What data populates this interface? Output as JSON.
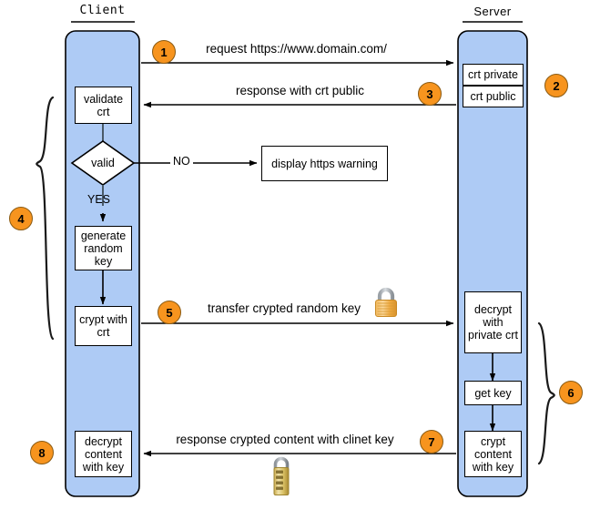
{
  "diagram": {
    "title_client": "Client",
    "title_server": "Server",
    "colors": {
      "lane_fill": "#AECBF5",
      "lane_stroke": "#000000",
      "badge_fill": "#F7941E",
      "node_fill": "#FFFFFF",
      "lock_gold": "#E8B04B"
    }
  },
  "badges": [
    {
      "id": "1",
      "label": "1"
    },
    {
      "id": "2",
      "label": "2"
    },
    {
      "id": "3",
      "label": "3"
    },
    {
      "id": "4",
      "label": "4"
    },
    {
      "id": "5",
      "label": "5"
    },
    {
      "id": "6",
      "label": "6"
    },
    {
      "id": "7",
      "label": "7"
    },
    {
      "id": "8",
      "label": "8"
    }
  ],
  "client_nodes": [
    {
      "id": "validate-crt",
      "label": "validate crt"
    },
    {
      "id": "valid",
      "label": "valid"
    },
    {
      "id": "generate-random-key",
      "label": "generate random key"
    },
    {
      "id": "crypt-with-crt",
      "label": "crypt with crt"
    },
    {
      "id": "decrypt-content-with-key",
      "label": "decrypt content with key"
    }
  ],
  "server_nodes": [
    {
      "id": "crt-private",
      "label": "crt private"
    },
    {
      "id": "crt-public",
      "label": "crt public"
    },
    {
      "id": "decrypt-with-private-crt",
      "label": "decrypt with private crt"
    },
    {
      "id": "get-key",
      "label": "get key"
    },
    {
      "id": "crypt-content-with-key",
      "label": "crypt content with key"
    }
  ],
  "external_nodes": [
    {
      "id": "display-https-warning",
      "label": "display https warning"
    }
  ],
  "edge_labels": {
    "request": "request https://www.domain.com/",
    "response_crt_public": "response with crt public",
    "no": "NO",
    "yes": "YES",
    "transfer_key": "transfer crypted random key",
    "response_content": "response crypted content with clinet key"
  },
  "icons": [
    {
      "id": "lock-transfer",
      "name": "padlock-icon"
    },
    {
      "id": "lock-content",
      "name": "combination-padlock-icon"
    }
  ]
}
